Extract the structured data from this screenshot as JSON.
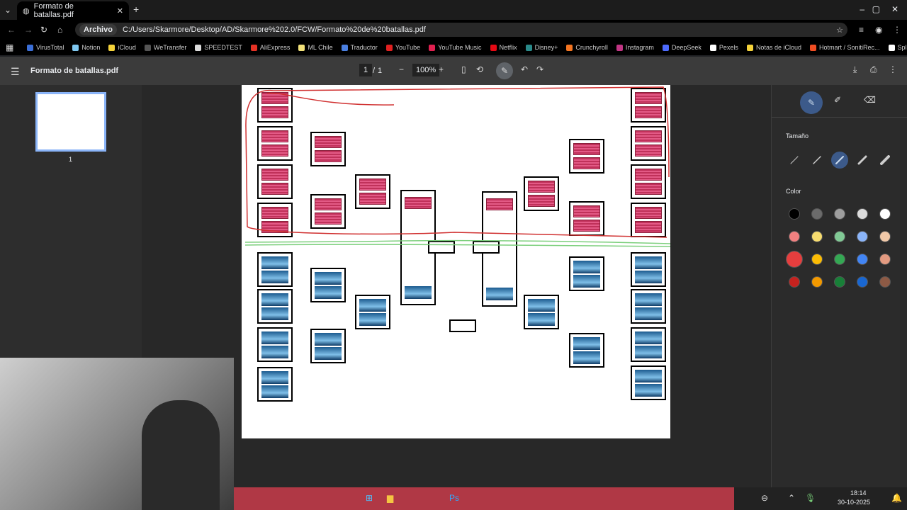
{
  "browser": {
    "tab_title": "Formato de batallas.pdf",
    "address_chip": "Archivo",
    "url": "C:/Users/Skarmore/Desktop/AD/Skarmore%202.0/FCW/Formato%20de%20batallas.pdf",
    "bookmarks": [
      {
        "label": "VirusTotal",
        "color": "#3b6fd8"
      },
      {
        "label": "Notion",
        "color": "#7fc8f0"
      },
      {
        "label": "iCloud",
        "color": "#f5d33a"
      },
      {
        "label": "WeTransfer",
        "color": "#555"
      },
      {
        "label": "SPEEDTEST",
        "color": "#ddd"
      },
      {
        "label": "AliExpress",
        "color": "#e43225"
      },
      {
        "label": "ML Chile",
        "color": "#f3e27a"
      },
      {
        "label": "Traductor",
        "color": "#4a7fe0"
      },
      {
        "label": "YouTube",
        "color": "#e02020"
      },
      {
        "label": "YouTube Music",
        "color": "#e02050"
      },
      {
        "label": "Netflix",
        "color": "#e50914"
      },
      {
        "label": "Disney+",
        "color": "#2a8a8a"
      },
      {
        "label": "Crunchyroll",
        "color": "#f47521"
      },
      {
        "label": "Instagram",
        "color": "#c13584"
      },
      {
        "label": "DeepSeek",
        "color": "#4d6bfe"
      },
      {
        "label": "Pexels",
        "color": "#fff"
      },
      {
        "label": "Notas de iCloud",
        "color": "#f5d33a"
      },
      {
        "label": "Hotmart / SonitiRec...",
        "color": "#f04e23"
      },
      {
        "label": "Splice",
        "color": "#fff"
      }
    ]
  },
  "viewer": {
    "title": "Formato de batallas.pdf",
    "page_current": "1",
    "page_sep": "/",
    "page_total": "1",
    "zoom": "100%",
    "thumb_label": "1"
  },
  "panel": {
    "size_label": "Tamaño",
    "color_label": "Color",
    "colors": [
      "#000000",
      "#6b6b6b",
      "#9e9e9e",
      "#dcdcdc",
      "#ffffff",
      "#f08080",
      "#f7dc6f",
      "#81c995",
      "#8ab4f8",
      "#f0c8a8",
      "#e53e3e",
      "#fbbc04",
      "#34a853",
      "#4285f4",
      "#e39a80",
      "#c5221f",
      "#f29900",
      "#188038",
      "#1967d2",
      "#8d5a45"
    ],
    "selected_color": "#e53e3e"
  },
  "taskbar": {
    "time": "18:14",
    "date": "30-10-2025"
  }
}
